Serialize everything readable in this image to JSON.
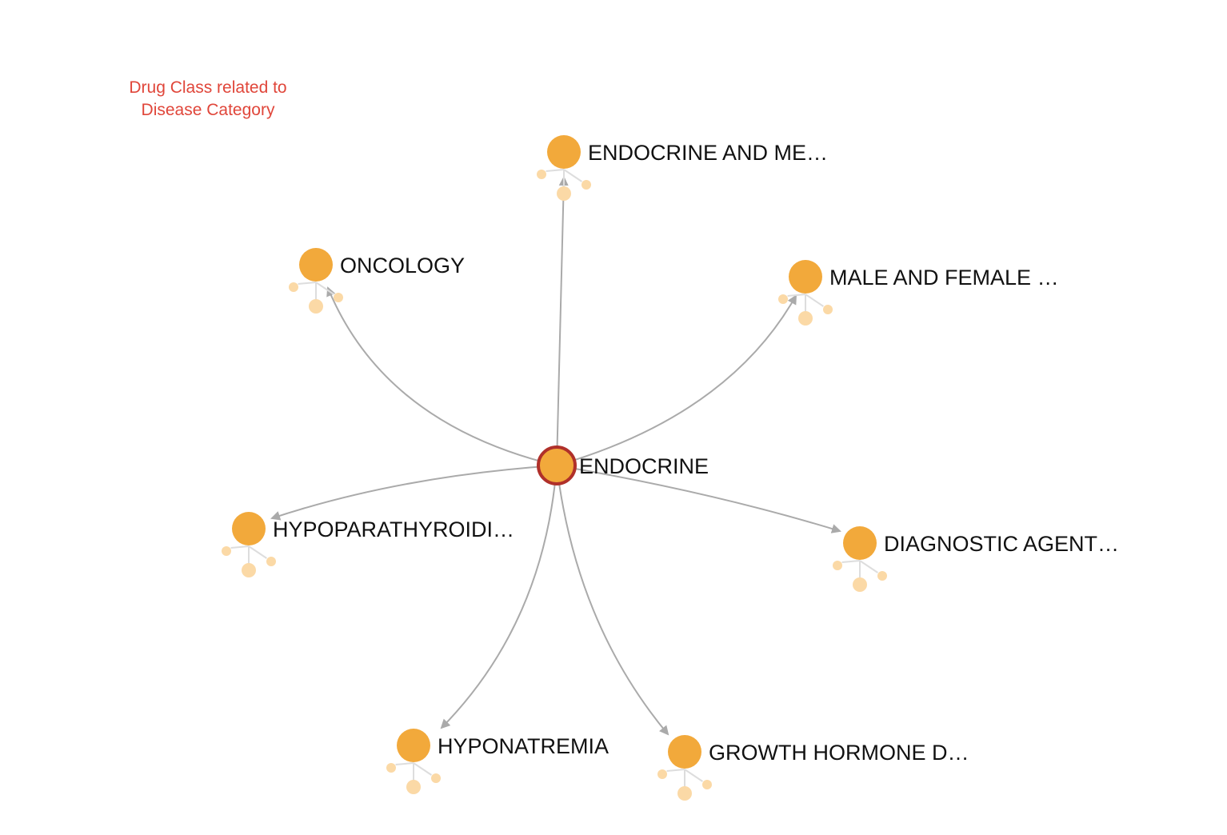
{
  "legend": {
    "line1": "Drug Class related to",
    "line2": "Disease Category"
  },
  "colors": {
    "node": "#f2a93b",
    "node_faded": "#fbd9a6",
    "center_stroke": "#b0302a",
    "edge": "#aaaaaa",
    "legend_text": "#e0463a"
  },
  "graph": {
    "center": {
      "label": "ENDOCRINE"
    },
    "nodes": [
      {
        "id": "endocrine-and-metabolic",
        "label": "ENDOCRINE AND ME…"
      },
      {
        "id": "oncology",
        "label": "ONCOLOGY"
      },
      {
        "id": "male-and-female",
        "label": "MALE AND FEMALE …"
      },
      {
        "id": "hypoparathyroidism",
        "label": "HYPOPARATHYROIDI…"
      },
      {
        "id": "diagnostic-agents",
        "label": "DIAGNOSTIC AGENT…"
      },
      {
        "id": "hyponatremia",
        "label": "HYPONATREMIA"
      },
      {
        "id": "growth-hormone",
        "label": "GROWTH HORMONE D…"
      }
    ]
  }
}
